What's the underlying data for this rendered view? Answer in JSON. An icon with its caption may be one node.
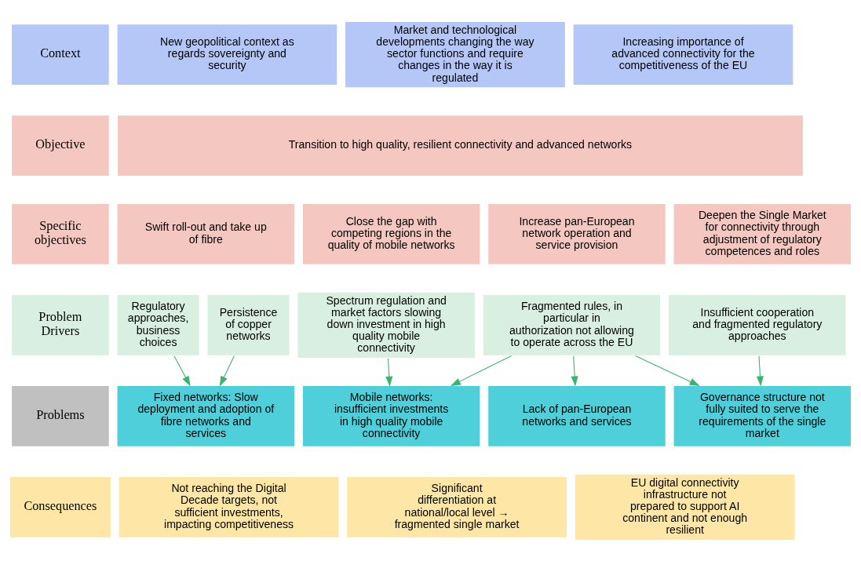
{
  "diagram": {
    "nodes": [
      {
        "text": [
          "Context"
        ]
      },
      {
        "text": [
          "New geopolitical context as regards sovereignty and security"
        ]
      },
      {
        "text": [
          "Market and technological developments changing the way sector functions and require changes in the way it is regulated"
        ]
      },
      {
        "text": [
          "Increasing importance of advanced connectivity for the competitiveness of the EU"
        ]
      },
      {
        "text": [
          "Objective"
        ]
      },
      {
        "text": [
          "Transition to high quality, resilient connectivity and advanced networks"
        ]
      },
      {
        "text": [
          "Specific objectives"
        ]
      },
      {
        "text": [
          "Swift roll-out and take up of fibre"
        ]
      },
      {
        "text": [
          "Close the gap with competing regions in the quality of mobile networks"
        ]
      },
      {
        "text": [
          "Increase pan-European network operation and service provision"
        ]
      },
      {
        "text": [
          "Deepen the Single Market for connectivity through adjustment of regulatory competences and roles"
        ]
      },
      {
        "text": [
          "Problem Drivers"
        ]
      },
      {
        "text": [
          "Regulatory approaches, business choices"
        ]
      },
      {
        "text": [
          "Persistence of copper networks"
        ]
      },
      {
        "text": [
          "Spectrum regulation and market factors slowing down investment in high quality mobile connectivity"
        ]
      },
      {
        "text": [
          "Fragmented rules, in particular in authorization not allowing to operate across the EU"
        ]
      },
      {
        "text": [
          "Insufficient cooperation and fragmented regulatory approaches"
        ]
      },
      {
        "text": [
          "Problems"
        ]
      },
      {
        "text": [
          "Fixed networks: Slow deployment and adoption of fibre networks and services"
        ]
      },
      {
        "text": [
          "Mobile networks: insufficient investments in high quality mobile connectivity"
        ]
      },
      {
        "text": [
          "Lack of pan-European networks and services"
        ]
      },
      {
        "text": [
          "Governance structure not fully suited to serve the requirements of the single market"
        ]
      },
      {
        "text": [
          "Consequences"
        ]
      },
      {
        "text": [
          "Not reaching the Digital Decade targets, not sufficient investments, impacting competitiveness"
        ]
      },
      {
        "text": [
          "Significant differentiation at national/local level → fragmented single market"
        ]
      },
      {
        "text": [
          "EU digital connectivity infrastructure not prepared to support AI continent and not enough resilient"
        ]
      }
    ],
    "edges": [
      {
        "from": 12,
        "to": 18,
        "arrow": "to"
      },
      {
        "from": 13,
        "to": 18,
        "arrow": "to"
      },
      {
        "from": 14,
        "to": 19,
        "arrow": "to"
      },
      {
        "from": 15,
        "to": 19,
        "arrow": "to"
      },
      {
        "from": 15,
        "to": 20,
        "arrow": "to"
      },
      {
        "from": 15,
        "to": 21,
        "arrow": "to"
      },
      {
        "from": 16,
        "to": 21,
        "arrow": "to"
      }
    ]
  }
}
